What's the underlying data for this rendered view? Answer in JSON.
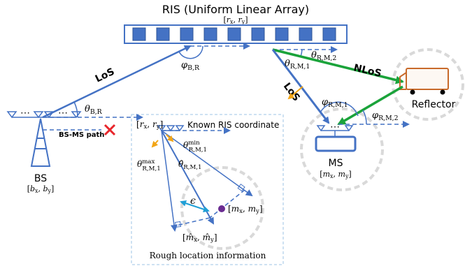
{
  "title": "RIS (Uniform Linear Array)",
  "ris": {
    "coord_label": "[r_x, r_y]",
    "element_count": 9
  },
  "labels": {
    "los_upper": "LoS",
    "los_lower": "LoS",
    "nlos": "NLoS",
    "theta_br": "θ_{B,R}",
    "phi_br": "φ_{B,R}",
    "theta_rm2": "θ_{R,M,2}",
    "theta_rm1": "θ_{R,M,1}",
    "phi_rm1": "φ_{R,M,1}",
    "phi_rm2": "φ_{R,M,2}",
    "reflector": "Reflector",
    "bs": "BS",
    "bs_coord": "[b_x, b_y]",
    "ms": "MS",
    "ms_coord": "[m_x, m_y]",
    "bs_ms_path": "BS-MS path",
    "known_ris": "Known RIS coordinate",
    "inset_ris_coord": "[r_x, r_y]",
    "theta_min": "θ_{R,M,1}^{min}",
    "theta_max": "θ_{R,M,1}^{max}",
    "theta_hat": "θ̂_{R,M,1}",
    "epsilon": "ϵ",
    "true_ms": "[m_x, m_y]",
    "est_ms": "[m̂_x, m̂_y]",
    "rough_location": "Rough location information",
    "bs_dots": "⋯",
    "ms_dots": "⋯"
  },
  "colors": {
    "blue_line": "#4472c4",
    "ris_fill": "#4472c4",
    "green_nlos": "#1aa33a",
    "orange_arrow": "#f2a516",
    "cyan_arrow": "#1f9fd6",
    "red_cross": "#e8262b",
    "purple_dot": "#6a2c91",
    "reflector_border": "#c86a2a",
    "dashed_circle": "#d9d9d9",
    "inset_border": "#9dc3e6"
  }
}
